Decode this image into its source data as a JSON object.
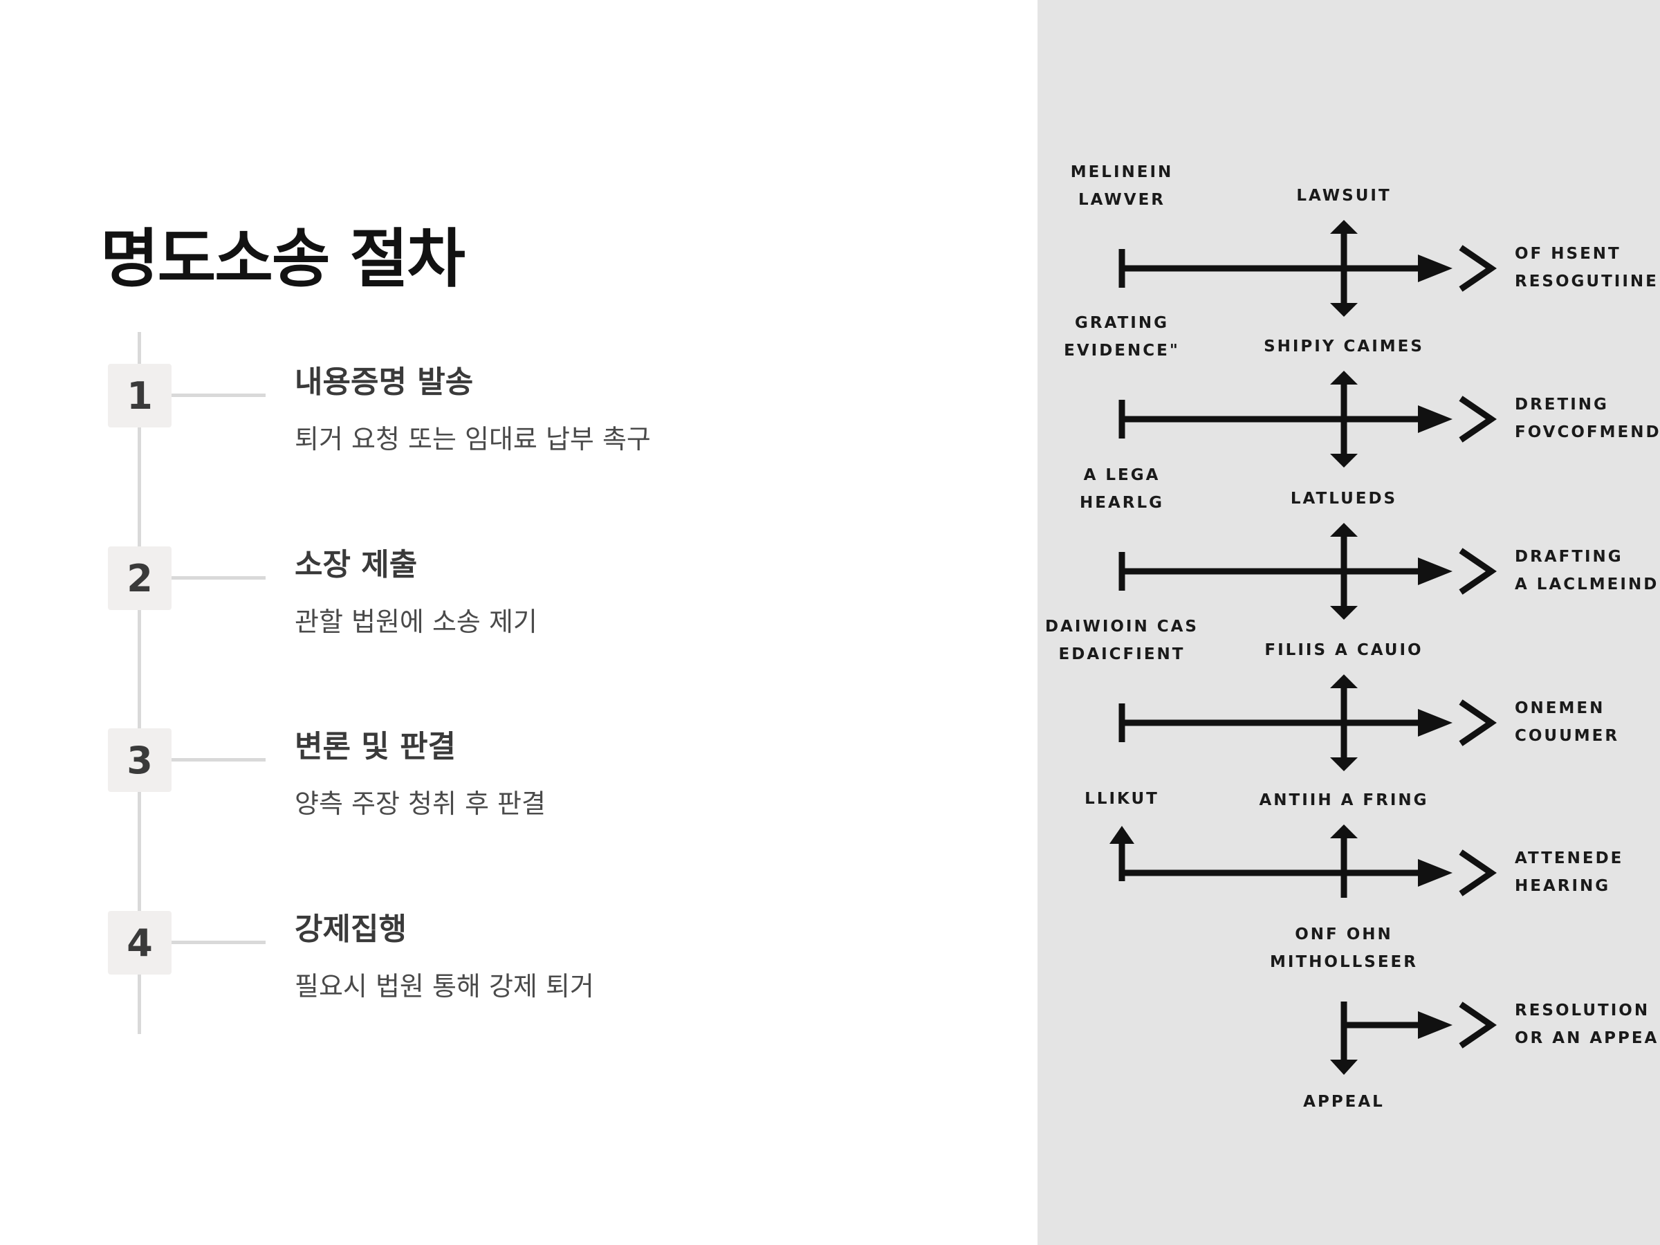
{
  "title": "명도소송 절차",
  "steps": [
    {
      "number": "1",
      "title": "내용증명 발송",
      "desc": "퇴거 요청 또는 임대료 납부 촉구"
    },
    {
      "number": "2",
      "title": "소장 제출",
      "desc": "관할 법원에 소송 제기"
    },
    {
      "number": "3",
      "title": "변론 및 판결",
      "desc": "양측 주장 청취 후 판결"
    },
    {
      "number": "4",
      "title": "강제집행",
      "desc": "필요시 법원 통해 강제 퇴거"
    }
  ],
  "diagram": {
    "rows": [
      {
        "left": [
          "MELINEIN",
          "LAWVER"
        ],
        "mid": [
          "LAWSUIT"
        ],
        "right": [
          "OF HSENT",
          "RESOGUTIINE"
        ],
        "mid_pos": "above"
      },
      {
        "left": [
          "GRATING",
          "EVIDENCE\""
        ],
        "mid": [
          "SHIPIY CAIMES"
        ],
        "right": [
          "DRETING",
          "FOVCOFMEND"
        ],
        "mid_pos": "above"
      },
      {
        "left": [
          "A LEGA",
          "HEARLG"
        ],
        "mid": [
          "LATLUEDS"
        ],
        "right": [
          "DRAFTING",
          "A LACLMEIND"
        ],
        "mid_pos": "above"
      },
      {
        "left": [
          "DAIWIOIN CAS",
          "EDAICFIENT"
        ],
        "mid": [
          "FILIIS A CAUIO"
        ],
        "right": [
          "ONEMEN",
          "COUUMER"
        ],
        "mid_pos": "above"
      },
      {
        "left": [
          "LLIKUT"
        ],
        "mid": [
          "ANTIIH A FRING"
        ],
        "right": [
          "ATTENEDE",
          "HEARING"
        ],
        "mid_pos": "above"
      },
      {
        "left": [],
        "mid": [
          "ONF OHN",
          "MITHOLLSEER"
        ],
        "right": [
          "RESOLUTION",
          "OR AN APPEAL"
        ],
        "mid_pos": "above"
      }
    ],
    "bottom_label": "APPEAL"
  }
}
